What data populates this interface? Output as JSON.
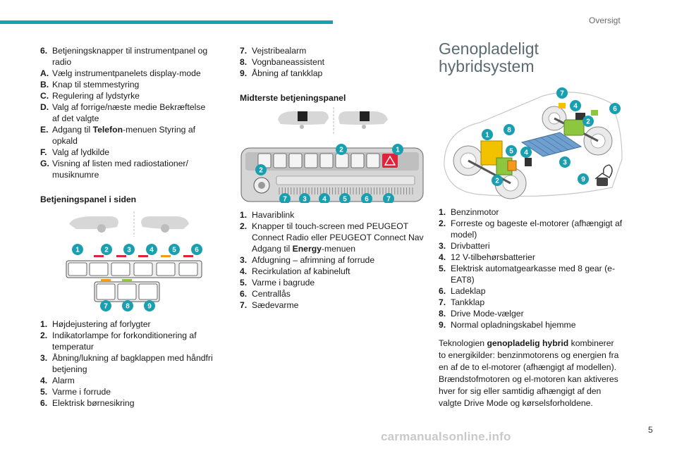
{
  "header": {
    "section": "Oversigt"
  },
  "col1": {
    "items": [
      {
        "num": "6.",
        "text": "Betjeningsknapper til instrumentpanel og radio"
      },
      {
        "num": "A.",
        "text": "Vælg instrumentpanelets display-mode"
      },
      {
        "num": "B.",
        "text": "Knap til stemmestyring"
      },
      {
        "num": "C.",
        "text": "Regulering af lydstyrke"
      },
      {
        "num": "D.",
        "text": "Valg af forrige/næste medie Bekræftelse af det valgte"
      },
      {
        "num": "E.",
        "text_pre": "Adgang til ",
        "text_bold": "Telefon",
        "text_post": "-menuen Styring af opkald"
      },
      {
        "num": "F.",
        "text": "Valg af lydkilde"
      },
      {
        "num": "G.",
        "text": "Visning af listen med radiostationer/ musiknumre"
      }
    ],
    "side_heading": "Betjeningspanel i siden",
    "side_items": [
      {
        "num": "1.",
        "text": "Højdejustering af forlygter"
      },
      {
        "num": "2.",
        "text": "Indikatorlampe for forkonditionering af temperatur"
      },
      {
        "num": "3.",
        "text": "Åbning/lukning af bagklappen med håndfri betjening"
      },
      {
        "num": "4.",
        "text": "Alarm"
      },
      {
        "num": "5.",
        "text": "Varme i forrude"
      },
      {
        "num": "6.",
        "text": "Elektrisk børnesikring"
      }
    ]
  },
  "col2": {
    "items": [
      {
        "num": "7.",
        "text": "Vejstribealarm"
      },
      {
        "num": "8.",
        "text": "Vognbaneassistent"
      },
      {
        "num": "9.",
        "text": "Åbning af tankklap"
      }
    ],
    "center_heading": "Midterste betjeningspanel",
    "center_items": [
      {
        "num": "1.",
        "text": "Havariblink"
      },
      {
        "num": "2.",
        "text_pre": "Knapper til touch-screen med PEUGEOT Connect Radio eller PEUGEOT Connect Nav Adgang til ",
        "text_bold": "Energy",
        "text_post": "-menuen"
      },
      {
        "num": "3.",
        "text": "Afdugning – afrimning af forrude"
      },
      {
        "num": "4.",
        "text": "Recirkulation af kabineluft"
      },
      {
        "num": "5.",
        "text": "Varme i bagrude"
      },
      {
        "num": "6.",
        "text": "Centrallås"
      },
      {
        "num": "7.",
        "text": "Sædevarme"
      }
    ]
  },
  "col3": {
    "title_line1": "Genopladeligt",
    "title_line2": "hybridsystem",
    "items": [
      {
        "num": "1.",
        "text": "Benzinmotor"
      },
      {
        "num": "2.",
        "text": "Forreste og bageste el-motorer (afhængigt af model)"
      },
      {
        "num": "3.",
        "text": "Drivbatteri"
      },
      {
        "num": "4.",
        "text": "12 V-tilbehørsbatterier"
      },
      {
        "num": "5.",
        "text": "Elektrisk automatgearkasse med 8 gear (e-EAT8)"
      },
      {
        "num": "6.",
        "text": "Ladeklap"
      },
      {
        "num": "7.",
        "text": "Tankklap"
      },
      {
        "num": "8.",
        "text": "Drive Mode-vælger"
      },
      {
        "num": "9.",
        "text": "Normal opladningskabel hjemme"
      }
    ],
    "para_pre": "Teknologien ",
    "para_bold": "genopladelig hybrid",
    "para_post": " kombinerer to energikilder: benzinmotorens og energien fra en af de to el-motorer (afhængigt af modellen). Brændstofmotoren og el-motoren kan aktiveres hver for sig eller samtidig afhængigt af den valgte Drive Mode og kørselsforholdene."
  },
  "figures": {
    "side_panel_callouts_top": [
      "1",
      "2",
      "3",
      "4",
      "5",
      "6"
    ],
    "side_panel_callouts_bottom": [
      "7",
      "8",
      "9"
    ],
    "center_panel_callouts_top": [
      "2",
      "1"
    ],
    "center_panel_callouts_left": "2",
    "center_panel_callouts_bottom": [
      "7",
      "3",
      "4",
      "5",
      "6",
      "7"
    ],
    "hybrid_callouts": [
      "7",
      "4",
      "2",
      "6",
      "1",
      "8",
      "5",
      "4",
      "3",
      "9",
      "2"
    ],
    "callout_color": "#1a9fb0",
    "hazard_color": "#e0233a",
    "engine_color": "#f2c200",
    "motor_color": "#8dc63f",
    "battery_color": "#6f9fcf"
  },
  "footer": {
    "page": "5",
    "watermark": "carmanualsonline.info"
  }
}
